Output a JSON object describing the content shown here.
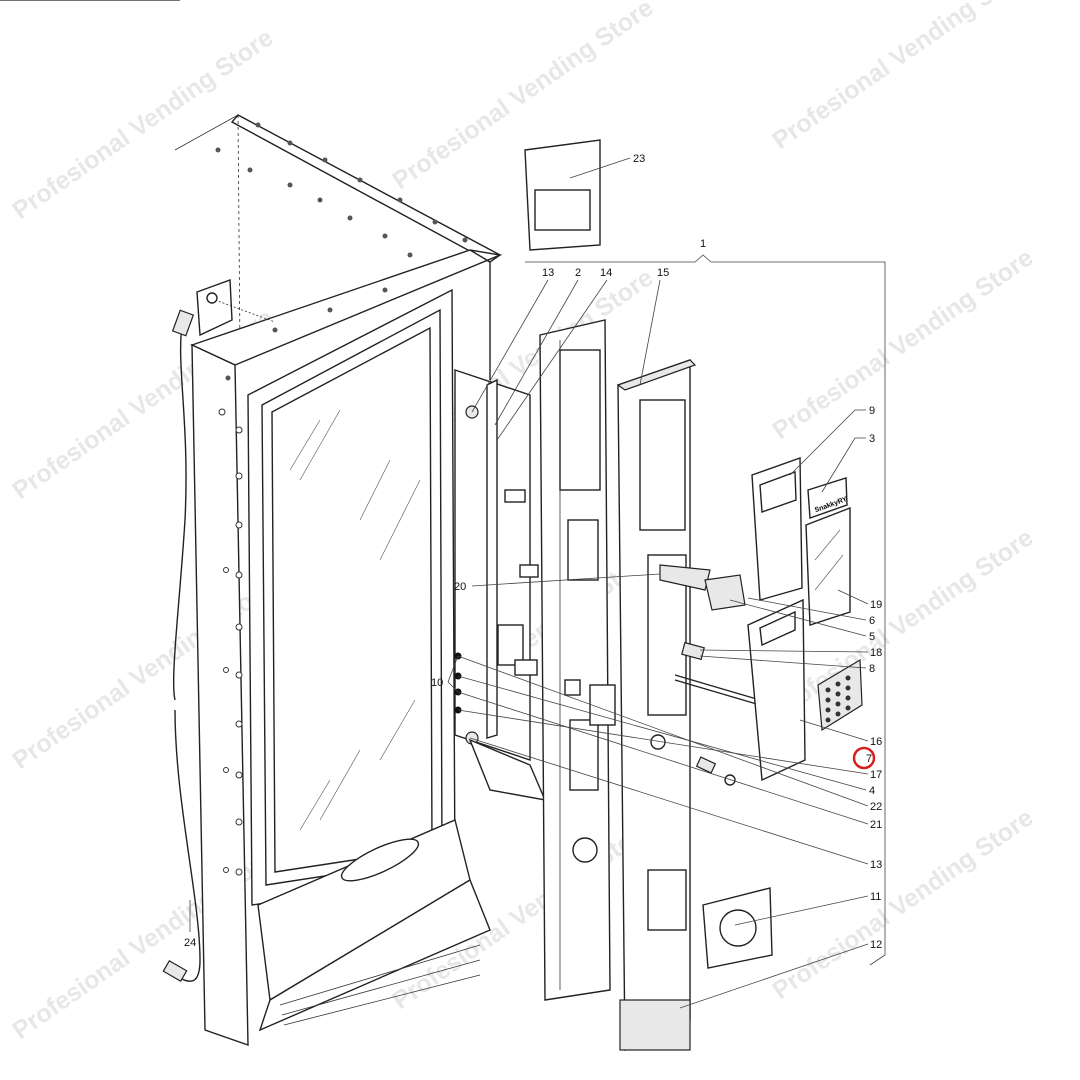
{
  "diagram": {
    "title": "Vending machine door exploded parts view",
    "watermark": "Profesional Vending Store",
    "logo_text": "SnakkyRY",
    "highlight_color": "#d62020",
    "highlighted_callout": "7",
    "callouts": {
      "c23": "23",
      "c1": "1",
      "c13a": "13",
      "c2": "2",
      "c14": "14",
      "c15": "15",
      "c9": "9",
      "c3": "3",
      "c19": "19",
      "c6": "6",
      "c5": "5",
      "c18": "18",
      "c8": "8",
      "c20": "20",
      "c10": "10",
      "c16": "16",
      "c7": "7",
      "c17": "17",
      "c4": "4",
      "c22": "22",
      "c21": "21",
      "c13b": "13",
      "c11": "11",
      "c12": "12",
      "c24": "24"
    }
  }
}
